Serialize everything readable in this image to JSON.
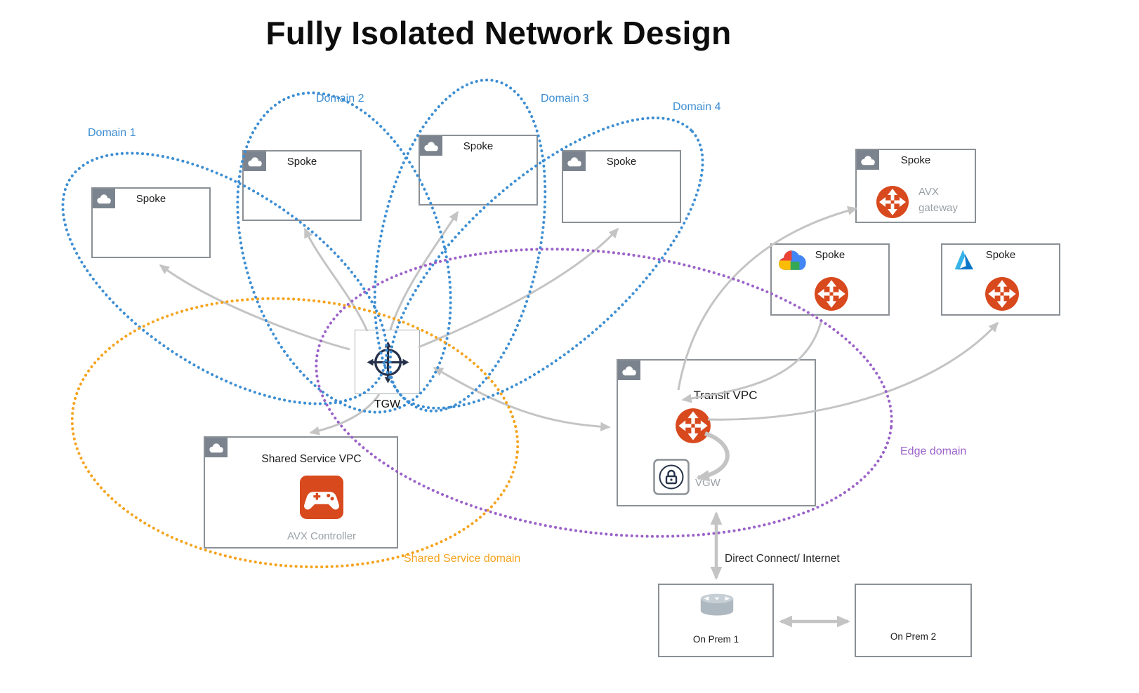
{
  "title": "Fully Isolated Network Design",
  "domains": {
    "d1": {
      "label": "Domain 1"
    },
    "d2": {
      "label": "Domain 2"
    },
    "d3": {
      "label": "Domain 3"
    },
    "d4": {
      "label": "Domain 4"
    },
    "edge": {
      "label": "Edge domain"
    },
    "shared": {
      "label": "Shared Service domain"
    }
  },
  "nodes": {
    "spoke_d1": {
      "label": "Spoke"
    },
    "spoke_d2": {
      "label": "Spoke"
    },
    "spoke_d3": {
      "label": "Spoke"
    },
    "spoke_d4": {
      "label": "Spoke"
    },
    "spoke_avx": {
      "label": "Spoke",
      "gateway": "AVX gateway"
    },
    "spoke_gcp": {
      "label": "Spoke"
    },
    "spoke_azure": {
      "label": "Spoke"
    },
    "transit_vpc": {
      "label": "Transit VPC",
      "vgw": "VGW"
    },
    "shared_service_vpc": {
      "label": "Shared Service VPC",
      "controller": "AVX Controller"
    },
    "tgw": {
      "label": "TGW"
    },
    "on_prem_1": {
      "label": "On Prem 1"
    },
    "on_prem_2": {
      "label": "On Prem 2"
    }
  },
  "connections": {
    "direct_connect": "Direct Connect/ Internet"
  },
  "icons": {
    "aws_vpc_badge": "gray-square-white-cloud",
    "google_cloud": "multicolor-cloud-logo",
    "azure": "blue-angular-a-logo",
    "aviatrix_gateway": "orange-circle-cross-arrows",
    "transit_gateway": "navy-circle-crosshair-arrows",
    "vgw": "padlock-in-square",
    "avx_controller": "orange-square-gamepad",
    "on_prem_router": "gray-cylinder-router"
  },
  "colors": {
    "domain_blue": "#3d8ed2",
    "edge_purple": "#9b62c8",
    "shared_service_orange": "#f5a31d",
    "aviatrix_orange": "#d8491d",
    "arrow_gray": "#c4c4c4",
    "icon_navy": "#27324a",
    "badge_gray": "#7b848e"
  }
}
